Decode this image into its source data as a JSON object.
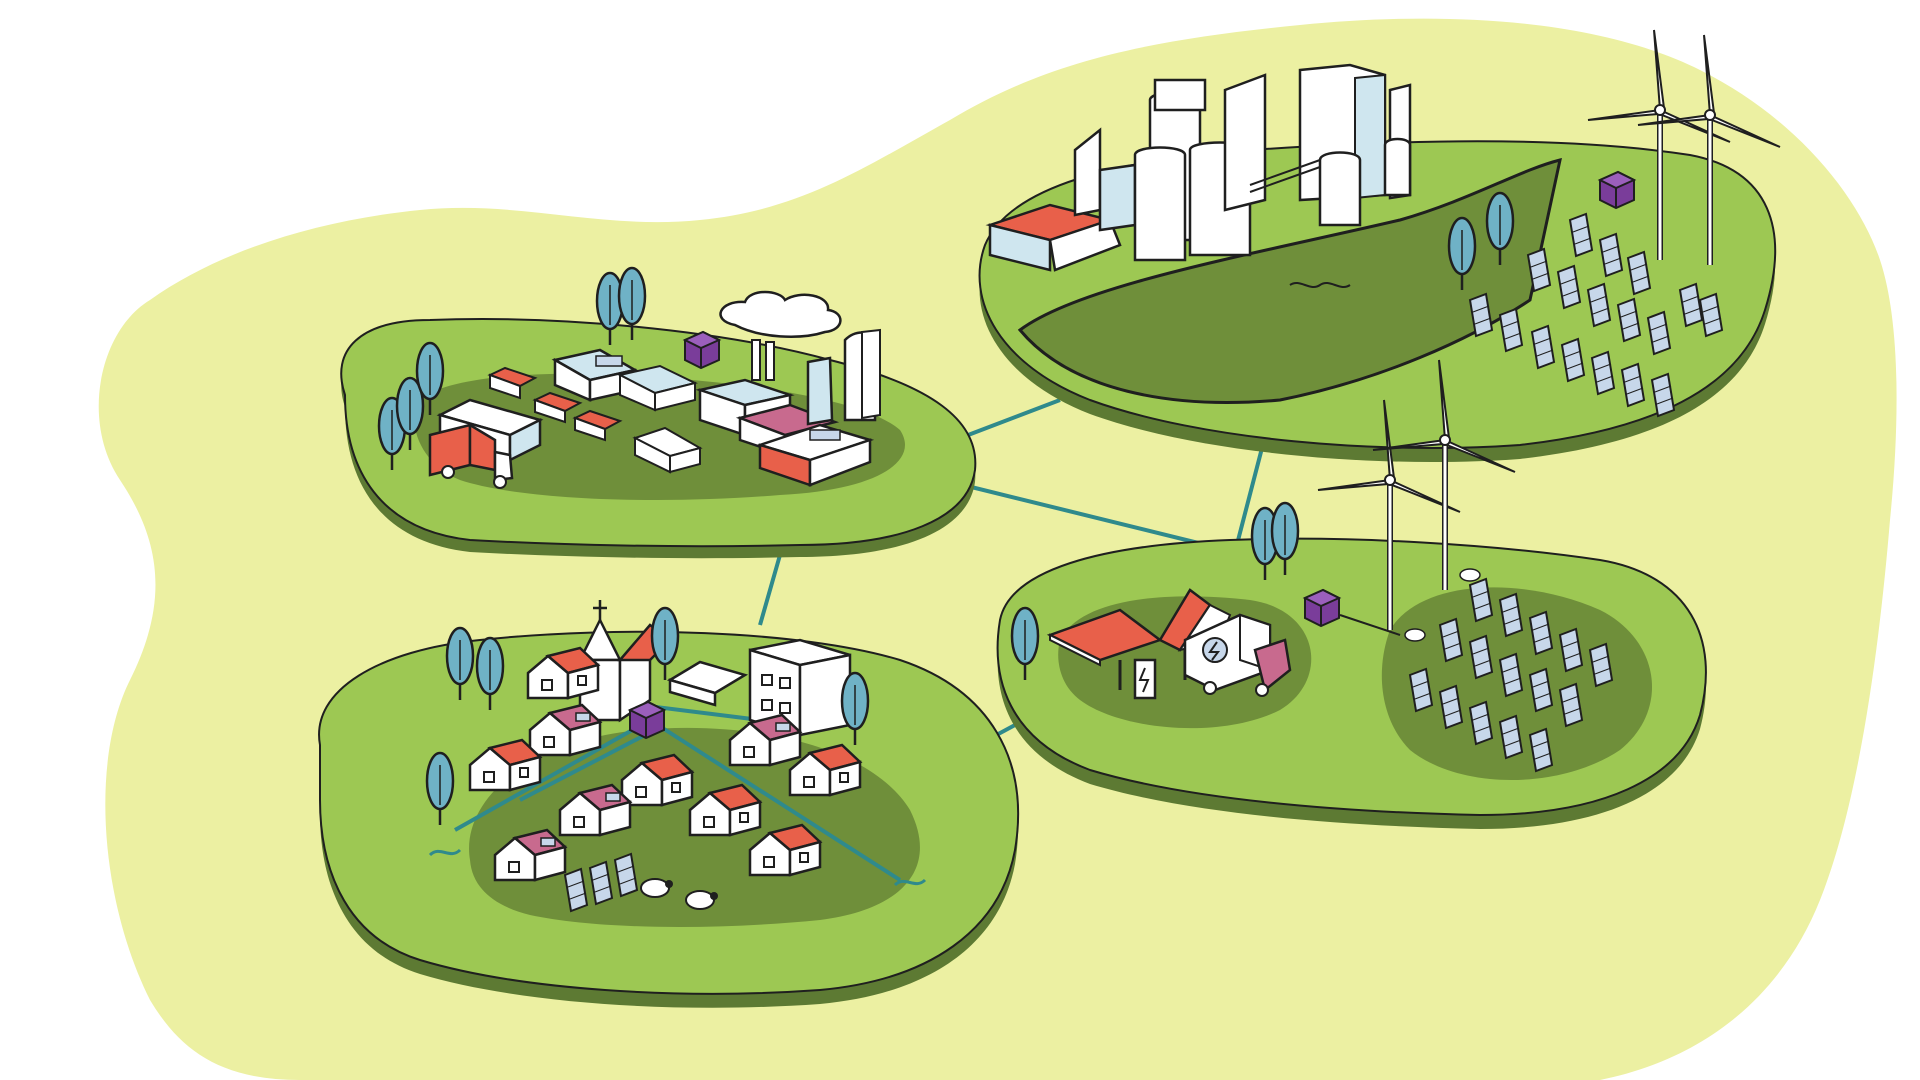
{
  "palette": {
    "background": "#ffffff",
    "land": "#ecf0a2",
    "island_light": "#9dc853",
    "island_dark": "#6f8f3a",
    "island_shadow": "#5d7a33",
    "grid_line": "#2f8a8c",
    "outline": "#1f1f1f",
    "roof_red": "#e8604a",
    "roof_pink": "#c86a8e",
    "wall": "#ffffff",
    "wall_shade": "#cfe6ef",
    "tree": "#6fb2c6",
    "solar_panel": "#c7d7ea",
    "storage_unit": "#7a3d9a",
    "truck_cab": "#c86a8e"
  },
  "islands": [
    {
      "name": "industrial-zone",
      "icon": "factory-icon"
    },
    {
      "name": "power-plant-zone",
      "icon": "power-plant-icon"
    },
    {
      "name": "village-zone",
      "icon": "village-icon"
    },
    {
      "name": "charging-zone",
      "icon": "ev-charging-icon"
    }
  ]
}
